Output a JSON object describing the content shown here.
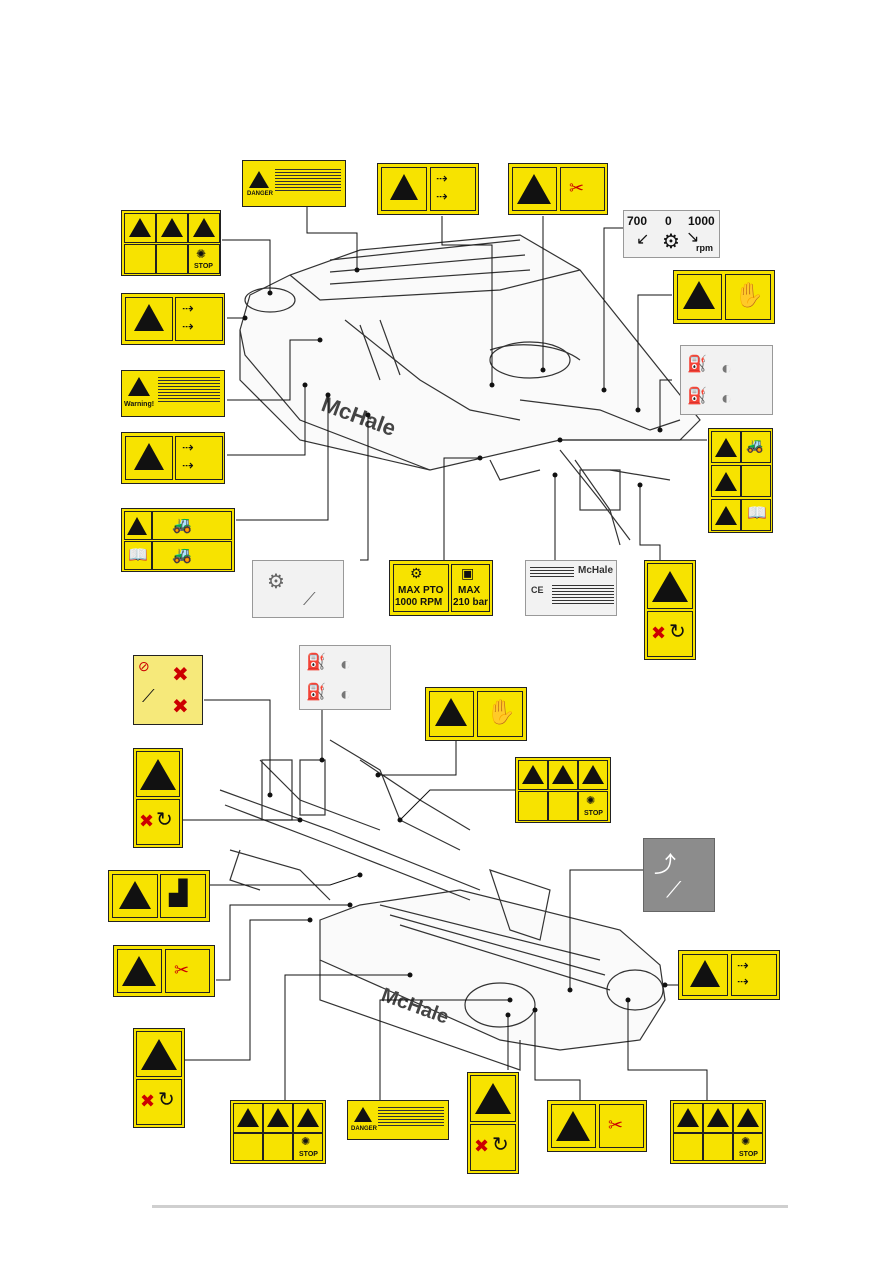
{
  "decals": {
    "danger_label": "DANGER",
    "warning_label": "Warning!",
    "stop_label": "STOP",
    "rpm_700": "700",
    "rpm_0": "0",
    "rpm_1000": "1000",
    "rpm_unit": "rpm",
    "max_pto": "MAX PTO",
    "pto_rpm": "1000 RPM",
    "max_label": "MAX",
    "max_bar": "210 bar",
    "brand": "McHale",
    "brand_upper_machine": "McHale",
    "brand_lower_machine": "McHale",
    "ce_mark": "CE"
  },
  "colors": {
    "decal_yellow": "#f7e300",
    "outline": "#222222",
    "machine_line": "#333333",
    "footer_rule": "#cfcfcf"
  }
}
